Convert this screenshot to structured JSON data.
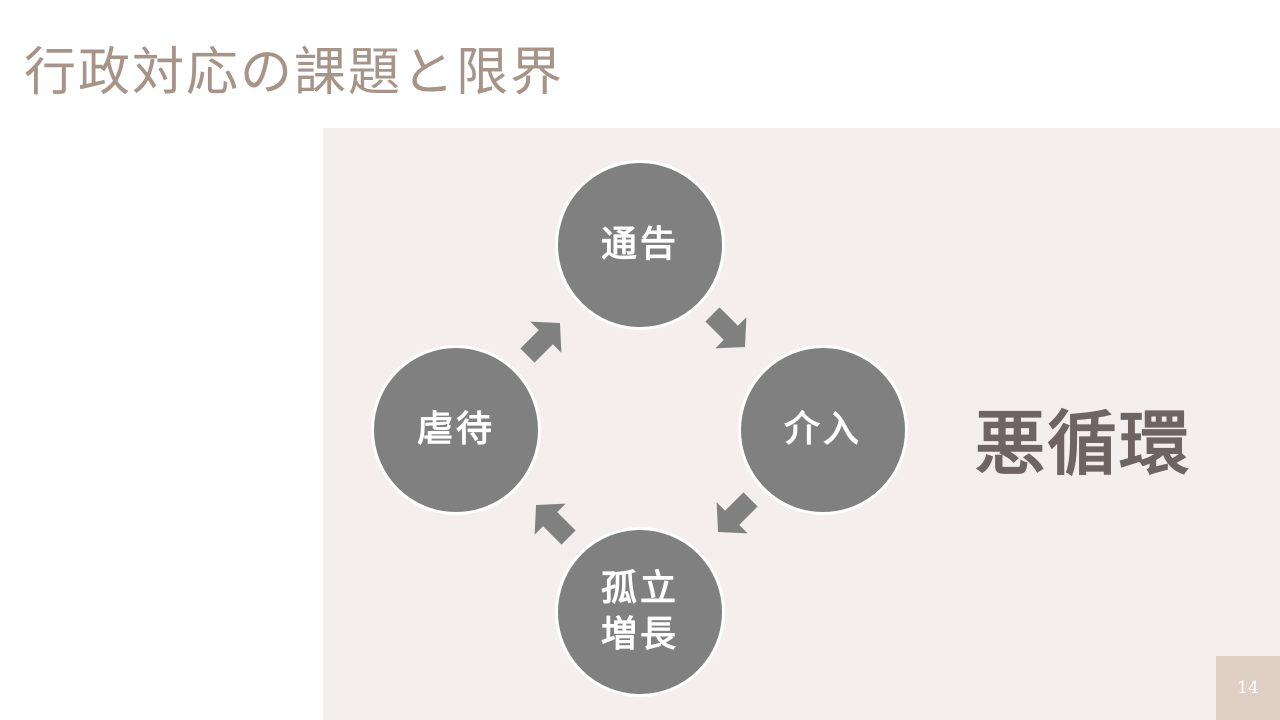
{
  "title": "行政対応の課題と限界",
  "cycle": {
    "nodes": [
      "通告",
      "介入",
      "孤立増長",
      "虐待"
    ],
    "colors": {
      "node": "#808080",
      "arrow": "#808080",
      "panel": "#f4efee"
    }
  },
  "label": "悪循環",
  "page_number": "14"
}
